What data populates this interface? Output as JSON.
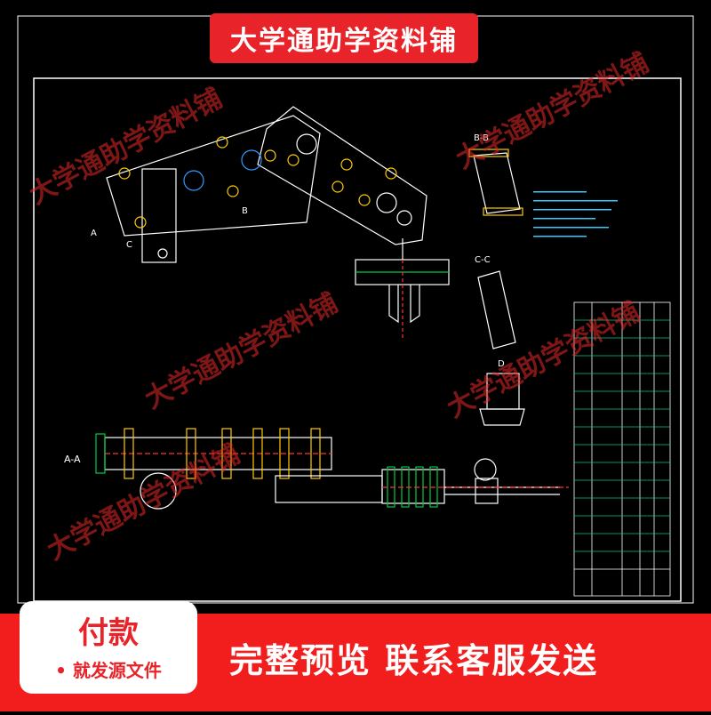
{
  "banner": {
    "title": "大学通助学资料铺"
  },
  "watermark": {
    "text": "大学通助学资料铺"
  },
  "drawing": {
    "view_label_aa": "A-A",
    "view_label_bb": "B-B",
    "view_label_cc": "C-C",
    "view_label_d": "D",
    "marker_a": "A",
    "marker_b": "B",
    "marker_c": "C"
  },
  "footer": {
    "pay_title": "付款",
    "pay_subtitle": "• 就发源文件",
    "cta": "完整预览  联系客服发送"
  },
  "colors": {
    "banner": "#e8242a",
    "footer": "#f21d1d",
    "cad_bg": "#000000"
  }
}
